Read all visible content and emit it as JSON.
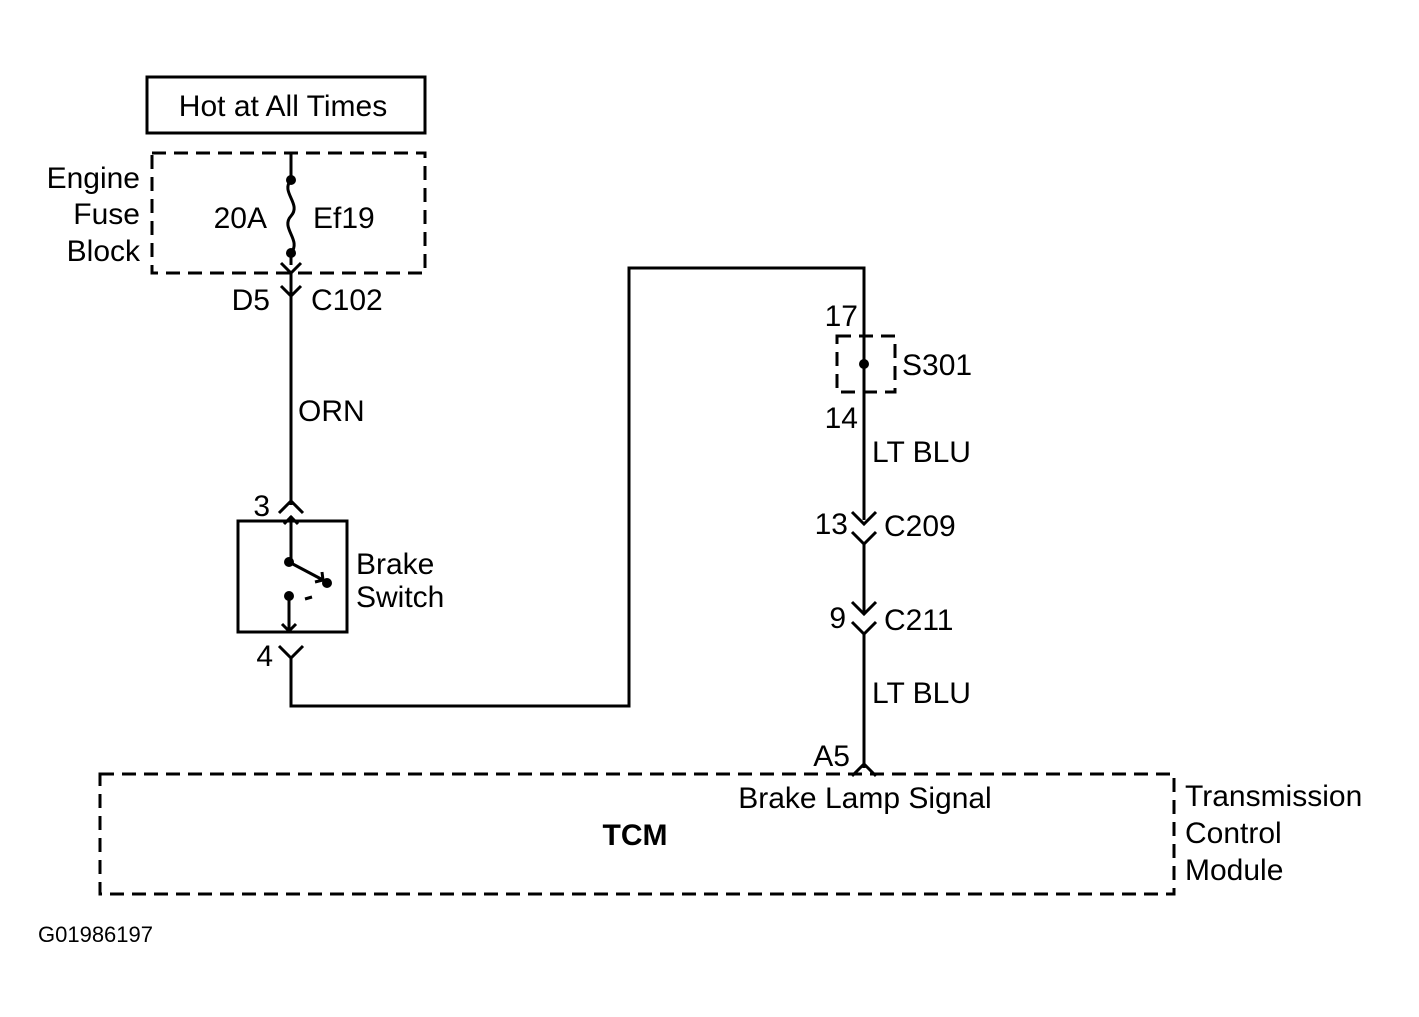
{
  "power_source": {
    "label": "Hot at All Times"
  },
  "fuse_block": {
    "name_lines": [
      "Engine",
      "Fuse",
      "Block"
    ],
    "rating": "20A",
    "fuse_id": "Ef19"
  },
  "connector_c102": {
    "pin": "D5",
    "id": "C102"
  },
  "wire_orn": {
    "color": "ORN"
  },
  "brake_switch": {
    "name_lines": [
      "Brake",
      "Switch"
    ],
    "pin_in": "3",
    "pin_out": "4"
  },
  "splice_s301": {
    "id": "S301",
    "pin_in": "17",
    "pin_out": "14"
  },
  "wire_lt_blu_1": {
    "color": "LT BLU"
  },
  "connector_c209": {
    "pin": "13",
    "id": "C209"
  },
  "connector_c211": {
    "pin": "9",
    "id": "C211"
  },
  "wire_lt_blu_2": {
    "color": "LT BLU"
  },
  "tcm": {
    "pin": "A5",
    "signal": "Brake Lamp Signal",
    "abbrev": "TCM",
    "name_lines": [
      "Transmission",
      "Control",
      "Module"
    ]
  },
  "figure_id": "G01986197"
}
